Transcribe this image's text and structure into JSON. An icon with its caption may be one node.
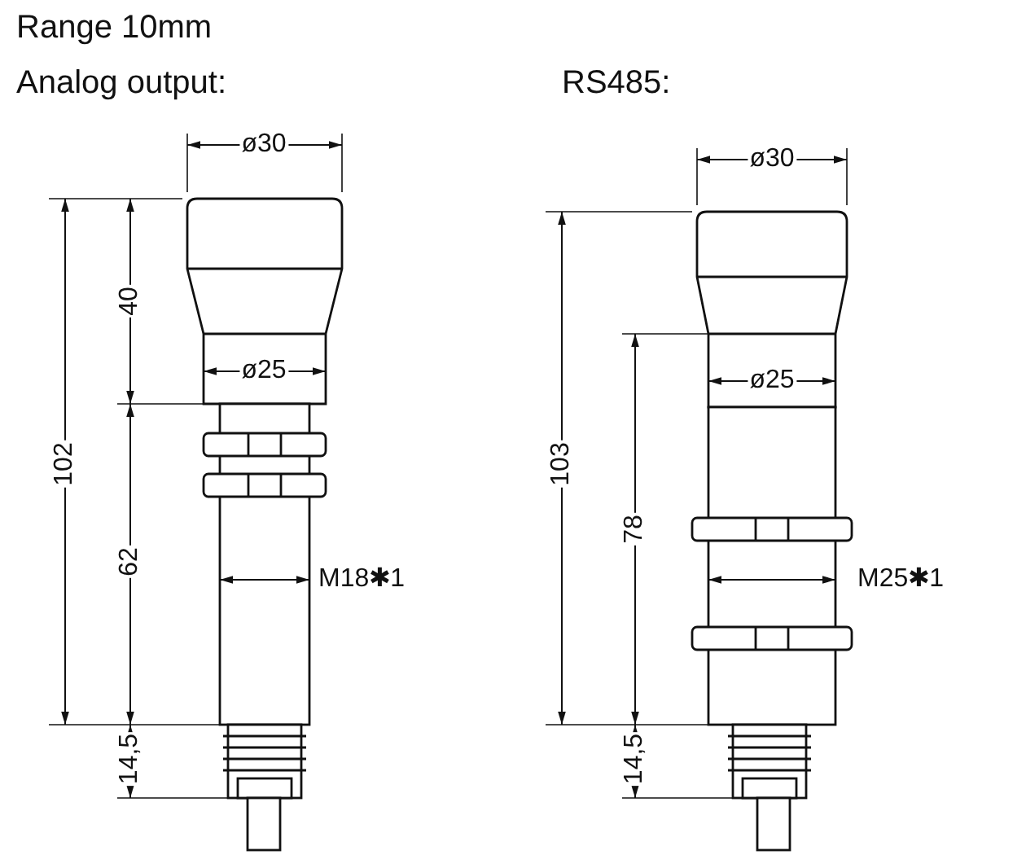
{
  "diagram": {
    "labels": [
      "Range 10mm",
      "Analog output:",
      "RS485:",
      "ø30",
      "40",
      "ø25",
      "102",
      "62",
      "M18✱1",
      "14,5",
      "ø30",
      "ø25",
      "103",
      "78",
      "M25✱1",
      "14,5"
    ]
  }
}
